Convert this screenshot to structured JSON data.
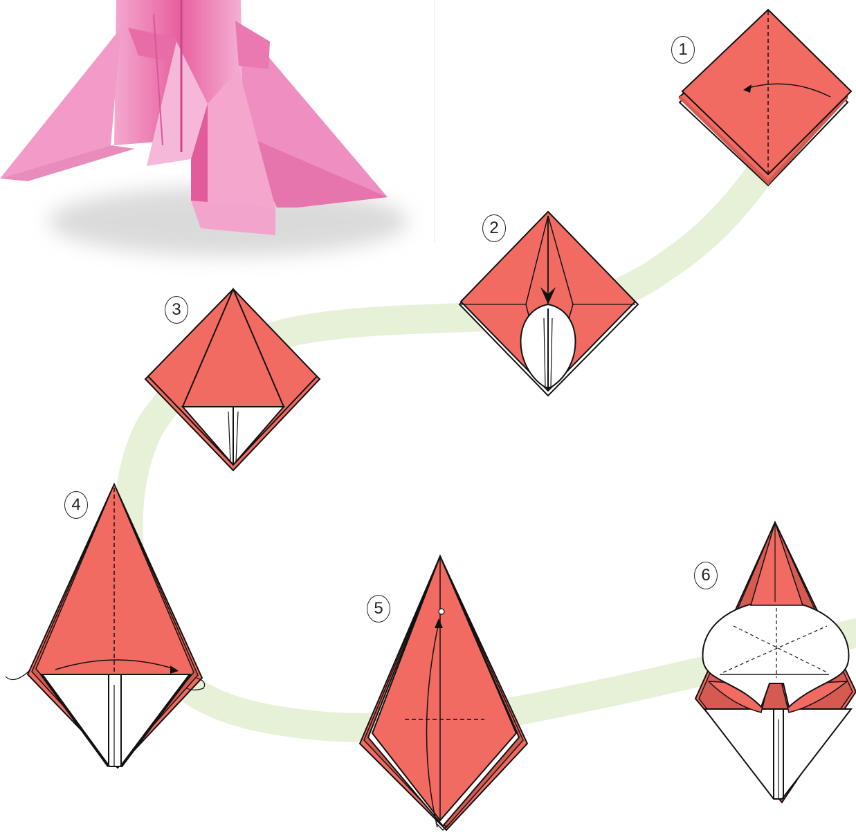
{
  "colors": {
    "paper": "#f26b63",
    "paper_edge": "#d45a52",
    "photo_pink": "#ec82b6",
    "path_green": "#e6f1d8",
    "line": "#111111"
  },
  "steps": [
    {
      "label": "1"
    },
    {
      "label": "2"
    },
    {
      "label": "3"
    },
    {
      "label": "4"
    },
    {
      "label": "5"
    },
    {
      "label": "6"
    }
  ]
}
